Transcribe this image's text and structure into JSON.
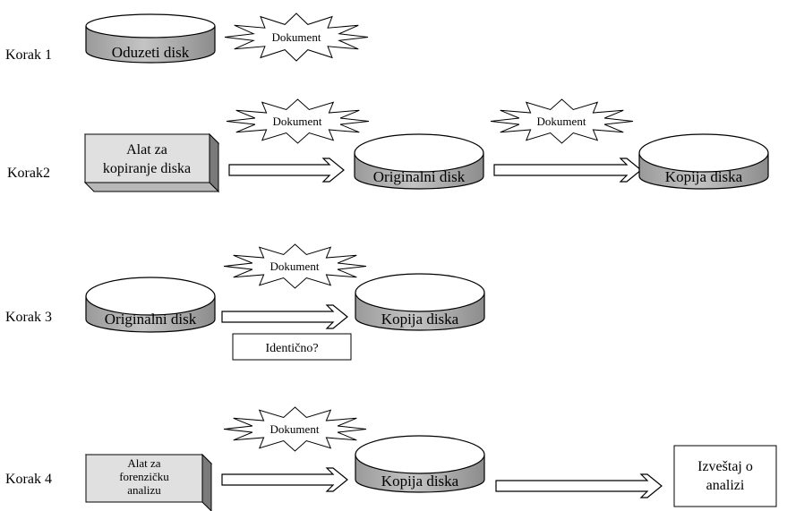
{
  "steps": [
    {
      "label": "Korak 1"
    },
    {
      "label": "Korak2"
    },
    {
      "label": "Korak 3"
    },
    {
      "label": "Korak 4"
    }
  ],
  "disks": {
    "seized": "Oduzeti disk",
    "original": "Originalni disk",
    "copy": "Kopija diska"
  },
  "document_label": "Dokument",
  "tools": {
    "copy_tool": [
      "Alat za",
      "kopiranje diska"
    ],
    "forensic_tool": [
      "Alat za",
      "forenzičku",
      "analizu"
    ]
  },
  "identical_label": "Identično?",
  "report": [
    "Izveštaj o",
    "analizi"
  ]
}
